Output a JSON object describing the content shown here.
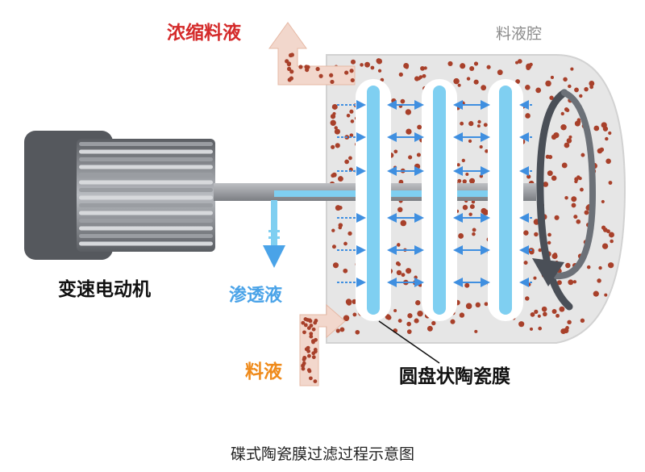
{
  "labels": {
    "concentrate": "浓缩料液",
    "chamber": "料液腔",
    "motor": "变速电动机",
    "permeate": "渗透液",
    "feed": "料液",
    "membrane": "圆盘状陶瓷膜"
  },
  "caption": "碟式陶瓷膜过滤过程示意图",
  "colors": {
    "concentrate": "#d42a2a",
    "chamber": "#8a8a8a",
    "motor": "#111111",
    "permeate": "#4aa3e8",
    "feed": "#ef8a1a",
    "membrane": "#111111",
    "tank": "#e6e6e6",
    "particle": "#a8402a",
    "disc": "#7fcff1",
    "arrow": "#4a4f57"
  }
}
